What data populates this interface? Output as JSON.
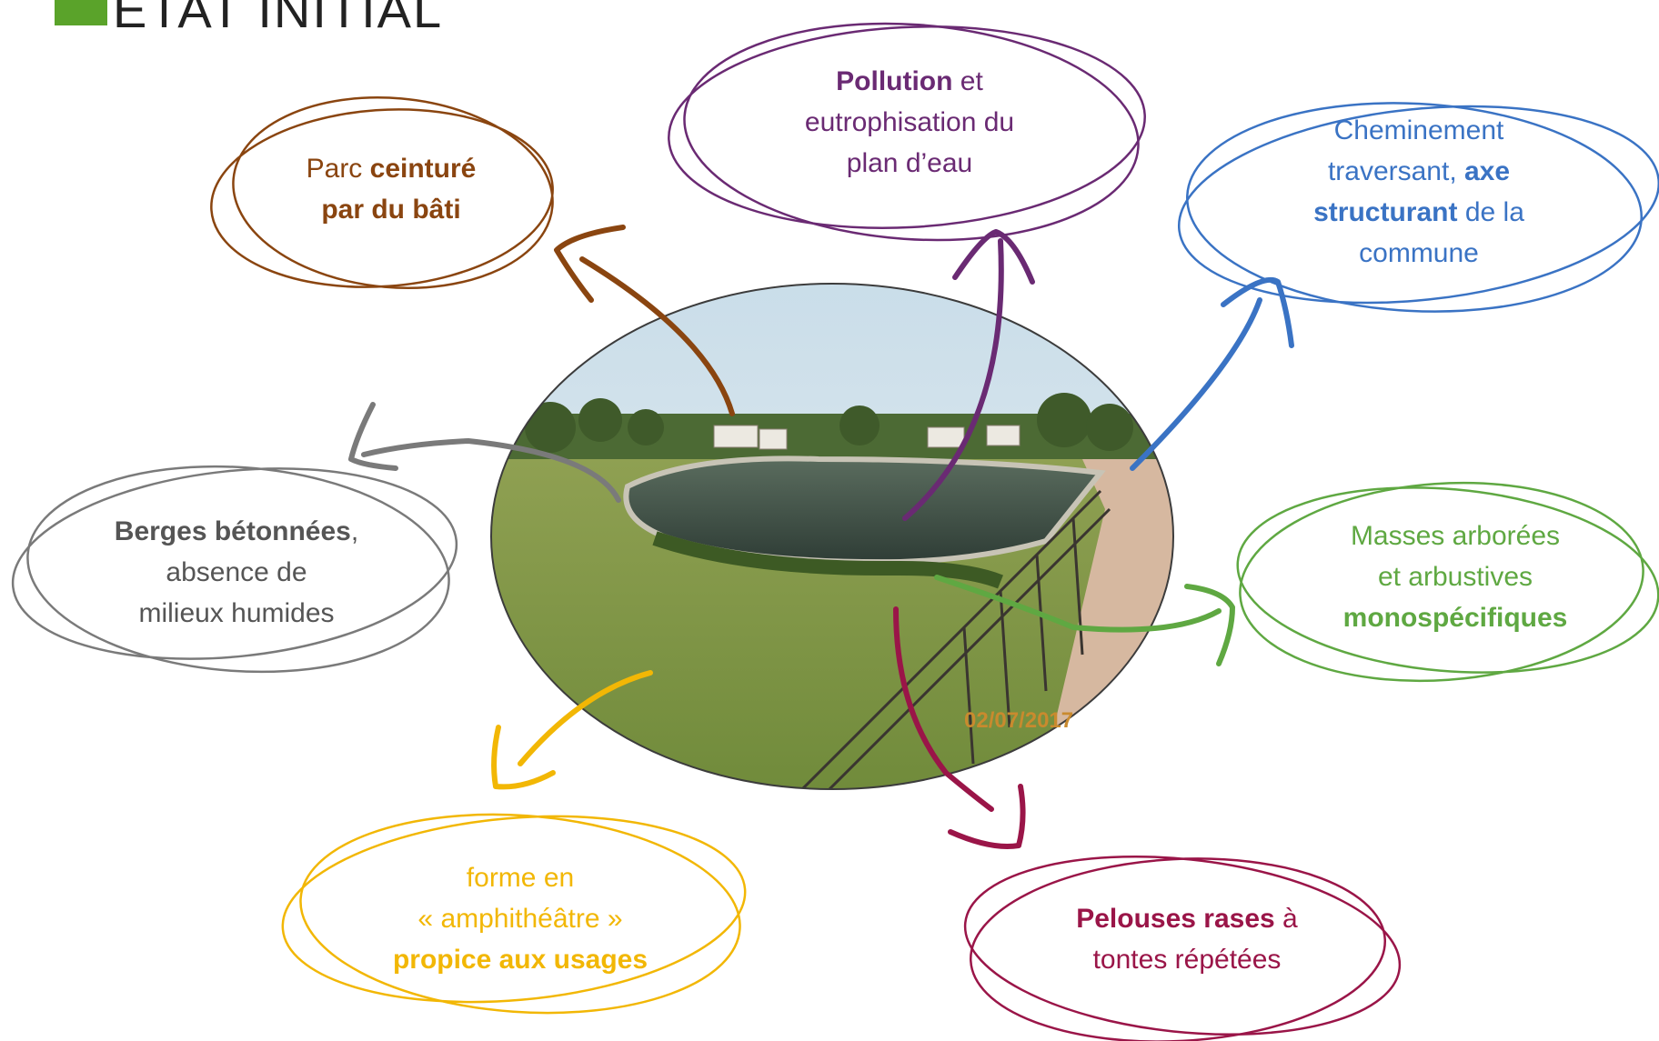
{
  "title": "ETAT INITIAL",
  "colors": {
    "brown": "#8a4510",
    "purple": "#6a2a73",
    "blue": "#3a73c4",
    "gray": "#7a7a7a",
    "green": "#5fa842",
    "yellow": "#f2b705",
    "crimson": "#9a1548"
  },
  "photo": {
    "date_stamp": "02/07/2017"
  },
  "bubbles": {
    "brown": {
      "line1_regular": "Parc ",
      "line1_bold": "ceinturé",
      "line2_bold": "par du bâti"
    },
    "purple": {
      "line1_bold": "Pollution",
      "line1_regular": " et",
      "line2": "eutrophisation du",
      "line3": "plan d’eau"
    },
    "blue": {
      "line1": "Cheminement",
      "line2_regular": "traversant, ",
      "line2_bold": "axe",
      "line3_bold": "structurant",
      "line3_regular": " de la",
      "line4": "commune"
    },
    "gray": {
      "line1_bold": "Berges bétonnées",
      "line1_regular": ",",
      "line2": "absence de",
      "line3": "milieux humides"
    },
    "green": {
      "line1": "Masses arborées",
      "line2": "et arbustives",
      "line3_bold": "monospécifiques"
    },
    "yellow": {
      "line1": "forme en",
      "line2": "« amphithéâtre »",
      "line3_bold": "propice aux usages"
    },
    "crimson": {
      "line1_bold": "Pelouses rases",
      "line1_regular": " à",
      "line2": "tontes répétées"
    }
  }
}
